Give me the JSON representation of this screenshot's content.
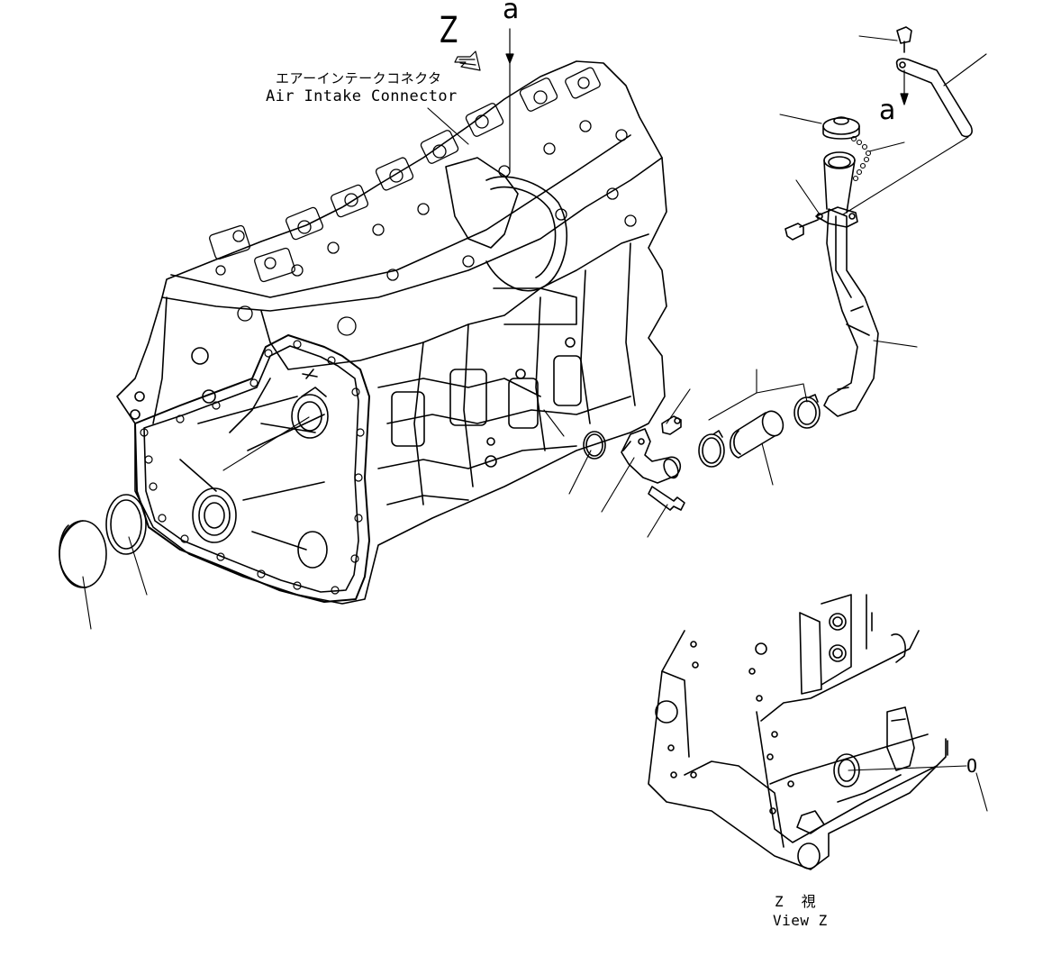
{
  "labels": {
    "view_marker": "Z",
    "ref_a_top": "a",
    "ref_a_right": "a",
    "ref_o": "O",
    "air_intake_jp": "エアーインテークコネクタ",
    "air_intake_en": "Air Intake Connector",
    "view_z_jp": "Z　視",
    "view_z_en": "View Z"
  },
  "colors": {
    "line": "#000000",
    "background": "#ffffff"
  }
}
